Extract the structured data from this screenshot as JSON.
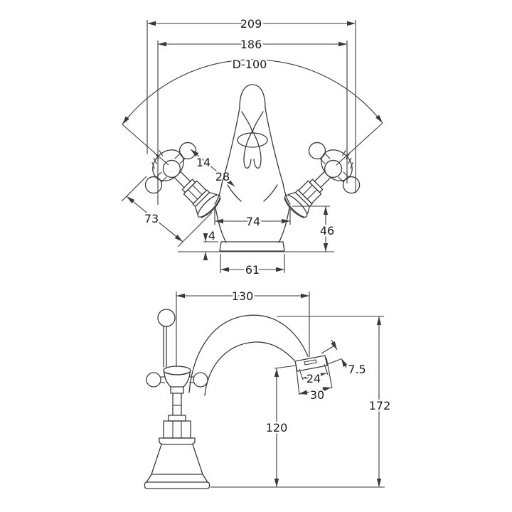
{
  "drawing_title": "basin-mixer-tap-dimension-drawing",
  "colors": {
    "line": "#3a3a3a",
    "text": "#1c1c1c",
    "background": "#ffffff"
  },
  "front_view": {
    "dims": {
      "overall_width": "209",
      "handle_span": "186",
      "handle_swing_diameter": "D-100",
      "spout_to_handle_gap": "14",
      "spout_width": "28",
      "handle_length": "73",
      "hot_cold_centres": "74",
      "body_height": "46",
      "base_plate_thickness": "4",
      "base_width": "61"
    }
  },
  "side_view": {
    "dims": {
      "spout_reach": "130",
      "aerator_depth": "7.5",
      "aerator_face_width": "24",
      "spout_tip_width": "30",
      "overall_height": "172",
      "spout_outlet_height": "120"
    }
  }
}
